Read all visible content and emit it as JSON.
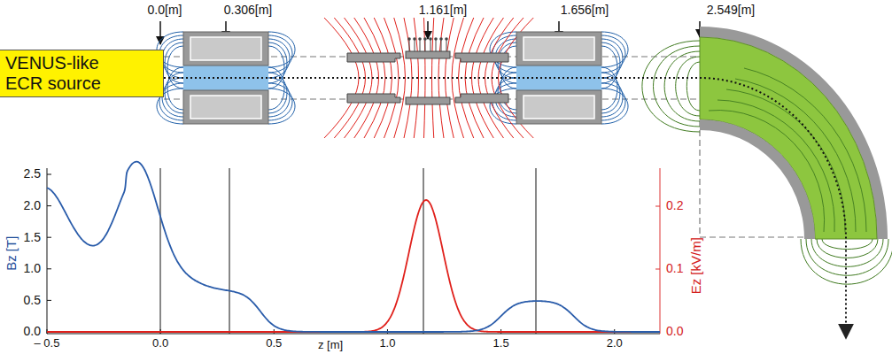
{
  "diagram": {
    "nodes": [
      {
        "text": [
          "VENUS-like ECR source"
        ]
      }
    ],
    "labels": [
      "0.0[m]",
      "0.306[m]",
      "1.161[m]",
      "1.656[m]",
      "2.549[m]",
      "Bz [T]",
      "Ez [kV/m]",
      "z [m]",
      "2.5",
      "2.0",
      "1.5",
      "1.0",
      "0.5",
      "0.0",
      "0.2",
      "0.1",
      "0.0",
      "– 0.5",
      "0.0",
      "0.5",
      "1.0",
      "1.5",
      "2.0"
    ]
  }
}
